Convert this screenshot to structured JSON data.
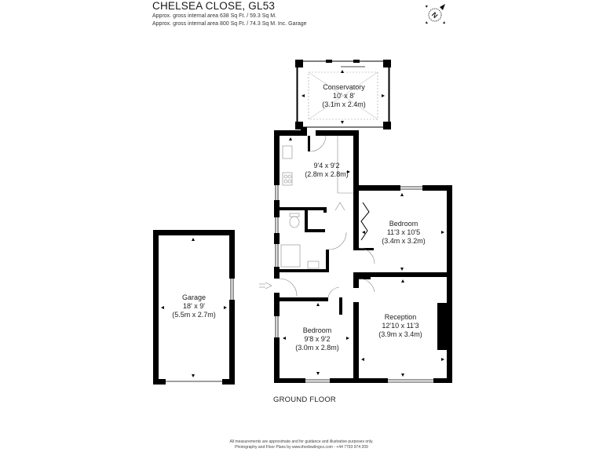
{
  "header": {
    "title": "CHELSEA CLOSE, GL53",
    "area_line_1": "Approx. gross internal area 638 Sq Ft. / 59.3 Sq M.",
    "area_line_2": "Approx. gross internal area 800 Sq Ft. / 74.3 Sq M. Inc. Garage"
  },
  "compass": {
    "icon": "north-compass-icon",
    "label": "N"
  },
  "rooms": [
    {
      "name": "Conservatory",
      "imperial": "10' x 8'",
      "metric": "(3.1m x 2.4m)"
    },
    {
      "name": "",
      "imperial": "9'4 x 9'2",
      "metric": "(2.8m x 2.8m)"
    },
    {
      "name": "Bedroom",
      "imperial": "11'3 x 10'5",
      "metric": "(3.4m x 3.2m)"
    },
    {
      "name": "Reception",
      "imperial": "12'10 x 11'3",
      "metric": "(3.9m x 3.4m)"
    },
    {
      "name": "Bedroom",
      "imperial": "9'8 x 9'2",
      "metric": "(3.0m x 2.8m)"
    },
    {
      "name": "Garage",
      "imperial": "18' x 9'",
      "metric": "(5.5m x 2.7m)"
    }
  ],
  "floor_label": "GROUND FLOOR",
  "footer": {
    "line_1": "All measurements are approximate and for guidance and illustrative purposes only.",
    "line_2": "Photography and Floor Plans by www.thedowlingco.com - +44 7793 974 209"
  },
  "colors": {
    "wall": "#000000",
    "fixture": "#888888",
    "background": "#ffffff"
  }
}
